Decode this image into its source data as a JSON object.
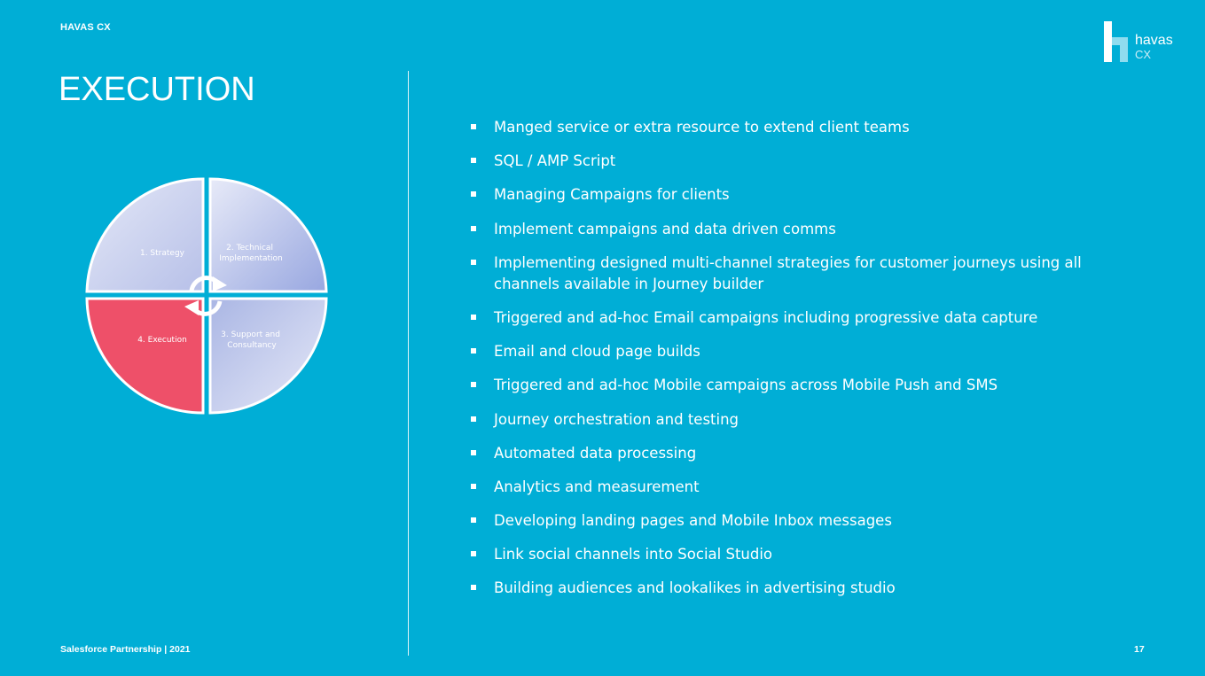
{
  "header": {
    "brand": "HAVAS CX",
    "title": "EXECUTION"
  },
  "logo": {
    "word": "havas",
    "sub": "CX"
  },
  "cycle": {
    "quadrants": [
      {
        "lines": [
          "1. Strategy"
        ],
        "color": "#c9d0ee"
      },
      {
        "lines": [
          "2. Technical",
          "Implementation"
        ],
        "color": "#aab6e4"
      },
      {
        "lines": [
          "3. Support and",
          "Consultancy"
        ],
        "color": "#bcc5ea"
      },
      {
        "lines": [
          "4. Execution"
        ],
        "color": "#ee5069"
      }
    ],
    "icon": "cycle-arrows-icon"
  },
  "bullets": [
    "Manged service or extra resource to extend client teams",
    "SQL / AMP Script",
    "Managing Campaigns for clients",
    "Implement campaigns and data driven comms",
    "Implementing designed multi-channel strategies for customer journeys using all channels available in Journey builder",
    "Triggered and ad-hoc Email campaigns including progressive data capture",
    "Email and cloud page builds",
    "Triggered and ad-hoc Mobile campaigns across Mobile Push and SMS",
    "Journey orchestration and testing",
    "Automated data processing",
    "Analytics and measurement",
    "Developing landing pages and Mobile Inbox messages",
    "Link social channels into Social Studio",
    "Building audiences and lookalikes in advertising studio"
  ],
  "footer": {
    "text": "Salesforce Partnership | 2021",
    "page": "17"
  },
  "colors": {
    "background": "#00aed6",
    "highlight": "#ee5069"
  }
}
